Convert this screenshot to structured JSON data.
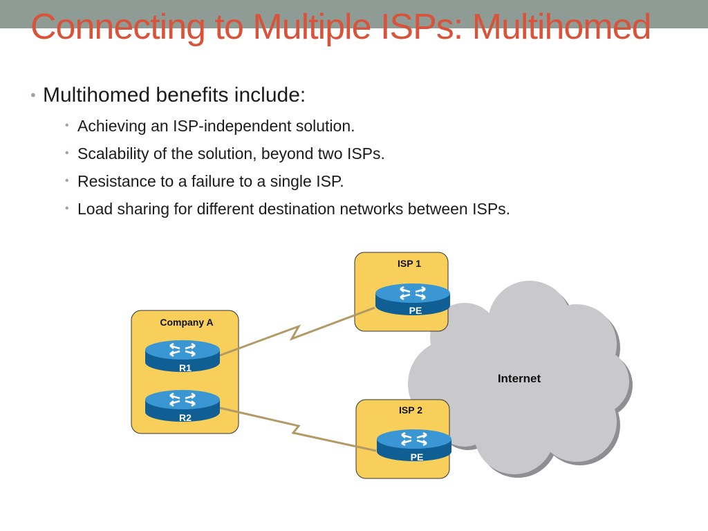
{
  "slide": {
    "title": "Connecting to Multiple ISPs: Multihomed",
    "bullet_main": "Multihomed benefits include:",
    "sub_bullets": [
      "Achieving an ISP-independent solution.",
      "Scalability of the solution, beyond two ISPs.",
      "Resistance to a failure to a single ISP.",
      "Load sharing for different destination networks between ISPs."
    ]
  },
  "diagram": {
    "company_label": "Company A",
    "router_r1": "R1",
    "router_r2": "R2",
    "isp1_label": "ISP 1",
    "isp1_router": "PE",
    "isp2_label": "ISP 2",
    "isp2_router": "PE",
    "cloud_label": "Internet"
  },
  "colors": {
    "title": "#d9533b",
    "top_bar": "#8f9c95",
    "box_fill": "#f9cf5b",
    "router_blue": "#1f7bb7",
    "link_line": "#b39966",
    "cloud_fill": "#c9c9cc"
  }
}
